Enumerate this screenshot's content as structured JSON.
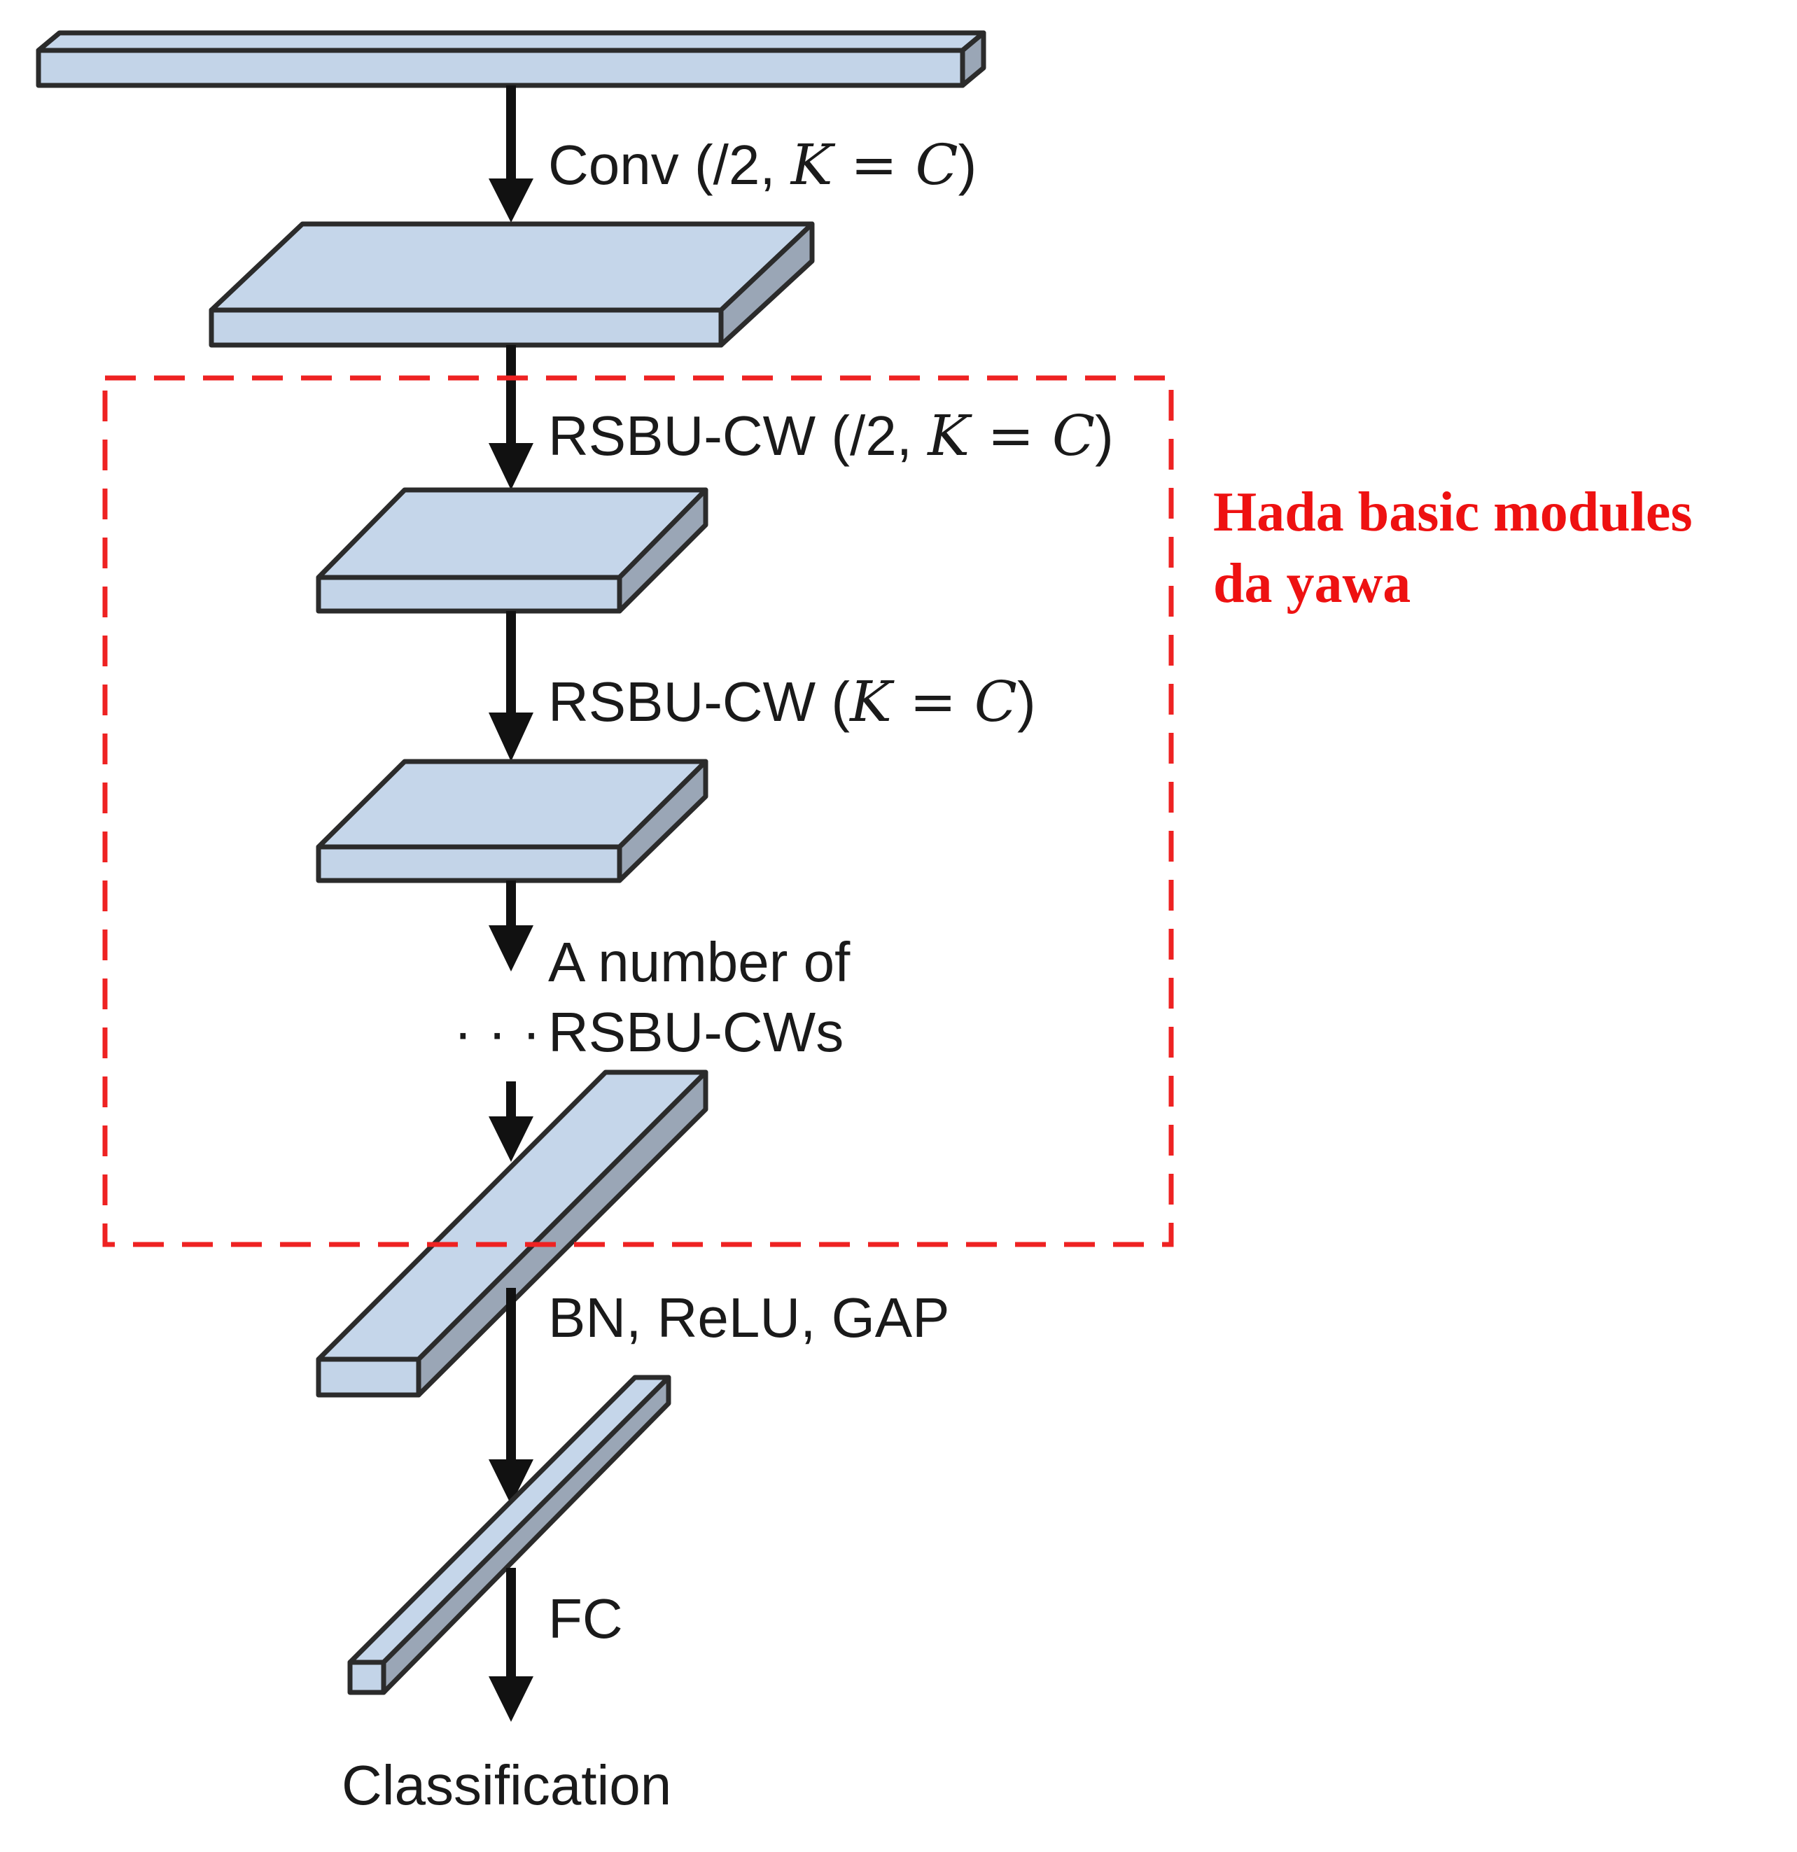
{
  "labels": {
    "conv": "Conv (/2, K = C)",
    "conv_prefix": "Conv (/2, ",
    "rsbu1_prefix": "RSBU-CW (/2, ",
    "rsbu2_prefix": "RSBU-CW (",
    "math_eq": "K = C",
    "close_paren": ")",
    "a_number_of": "A number of",
    "rsbu_cws": "RSBU-CWs",
    "ellipsis": "· · ·",
    "bn_relu_gap": "BN, ReLU, GAP",
    "fc": "FC",
    "classification": "Classification"
  },
  "annotation": {
    "line1": "Hada basic modules",
    "line2": "da yawa",
    "color": "#ee1111"
  },
  "colors": {
    "block_face": "#c3d4e8",
    "block_side": "#9aa6b6",
    "arrow": "#111111",
    "dashed_box": "#ee2222"
  }
}
